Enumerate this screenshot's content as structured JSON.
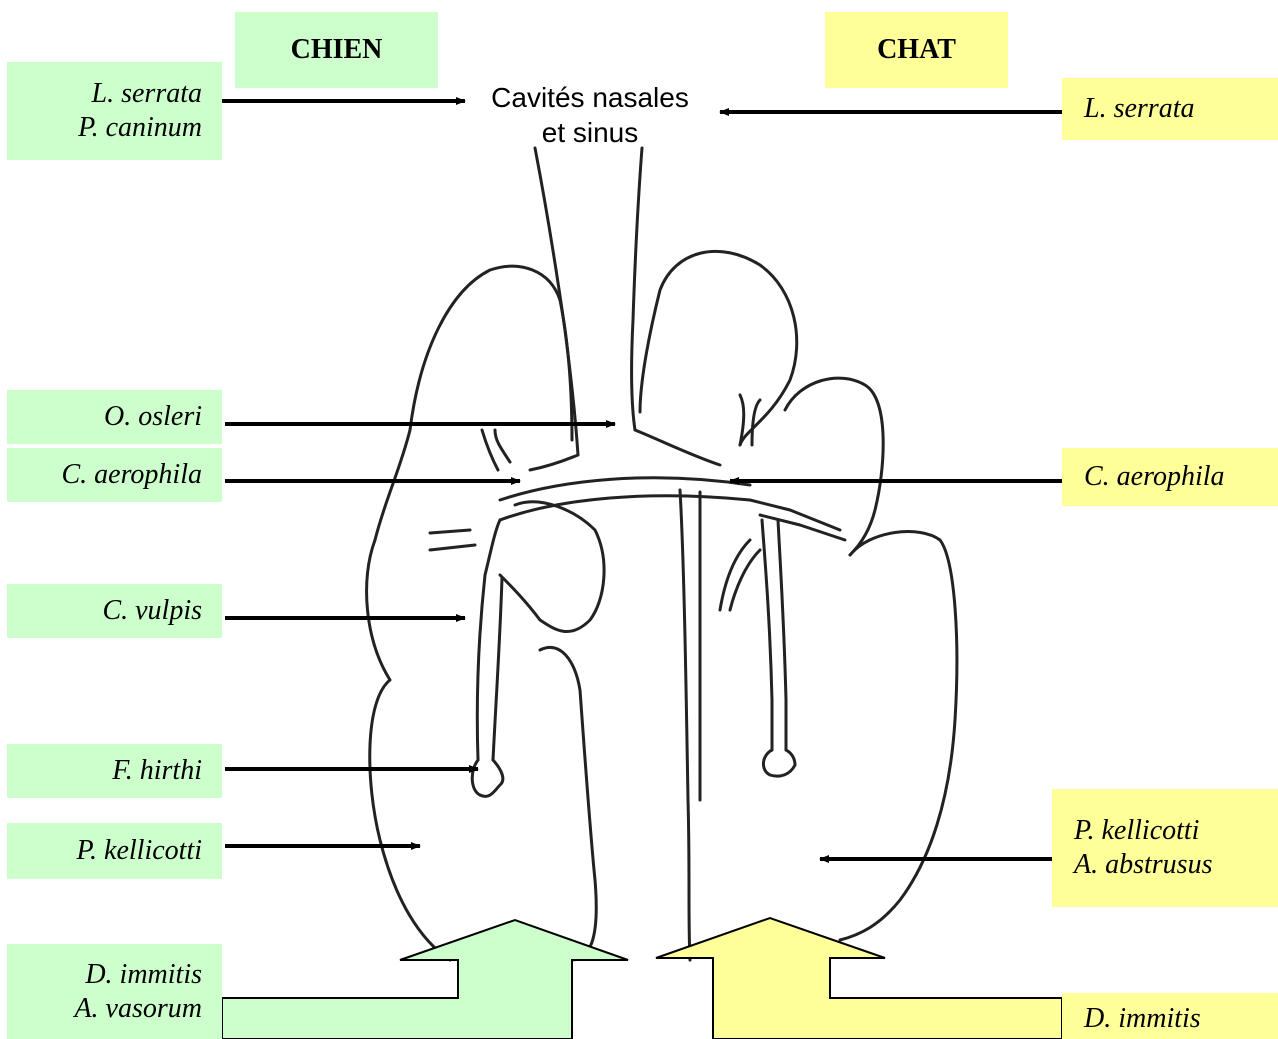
{
  "headers": {
    "dog": "CHIEN",
    "cat": "CHAT"
  },
  "center_label": {
    "line1": "Cavités nasales",
    "line2": "et sinus"
  },
  "dog_labels": {
    "nasal": [
      "L. serrata",
      "P. caninum"
    ],
    "osleri": "O. osleri",
    "aerophila": "C. aerophila",
    "vulpis": "C. vulpis",
    "hirthi": "F. hirthi",
    "kellicotti": "P. kellicotti",
    "vascular": [
      "D. immitis",
      "A. vasorum"
    ]
  },
  "cat_labels": {
    "nasal": "L. serrata",
    "aerophila": "C. aerophila",
    "lung": [
      "P. kellicotti",
      "A. abstrusus"
    ],
    "vascular": "D. immitis"
  },
  "colors": {
    "dog": "#ccffcc",
    "cat": "#ffff99",
    "line": "#000000"
  }
}
